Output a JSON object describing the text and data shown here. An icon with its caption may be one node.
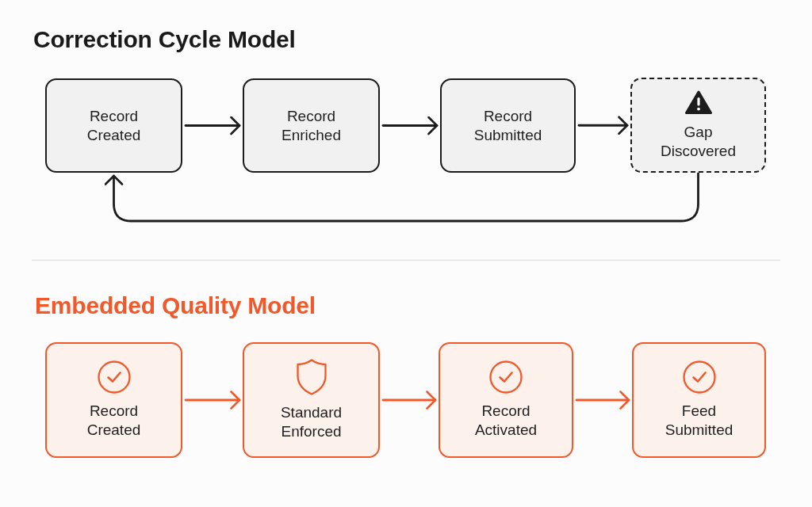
{
  "diagram": {
    "nodes": [
      {
        "text": [
          "Record Created"
        ]
      },
      {
        "text": [
          "Record Enriched"
        ]
      },
      {
        "text": [
          "Record Submitted"
        ]
      },
      {
        "text": [
          "Gap Discovered"
        ]
      },
      {
        "text": [
          "Record Created"
        ]
      },
      {
        "text": [
          "Standard Enforced"
        ]
      },
      {
        "text": [
          "Record Activated"
        ]
      },
      {
        "text": [
          "Feed Submitted"
        ]
      }
    ],
    "edges": [
      {
        "from": 0,
        "to": 1,
        "arrow": "to"
      },
      {
        "from": 1,
        "to": 2,
        "arrow": "to"
      },
      {
        "from": 2,
        "to": 3,
        "arrow": "to"
      },
      {
        "from": 3,
        "to": 0,
        "arrow": "to"
      },
      {
        "from": 4,
        "to": 5,
        "arrow": "to",
        "color": "#f2582a"
      },
      {
        "from": 5,
        "to": 6,
        "arrow": "to",
        "color": "#f2582a"
      },
      {
        "from": 6,
        "to": 7,
        "arrow": "to",
        "color": "#f2582a"
      }
    ],
    "labels": [
      "Correction Cycle Model",
      "Embedded Quality Model"
    ]
  }
}
